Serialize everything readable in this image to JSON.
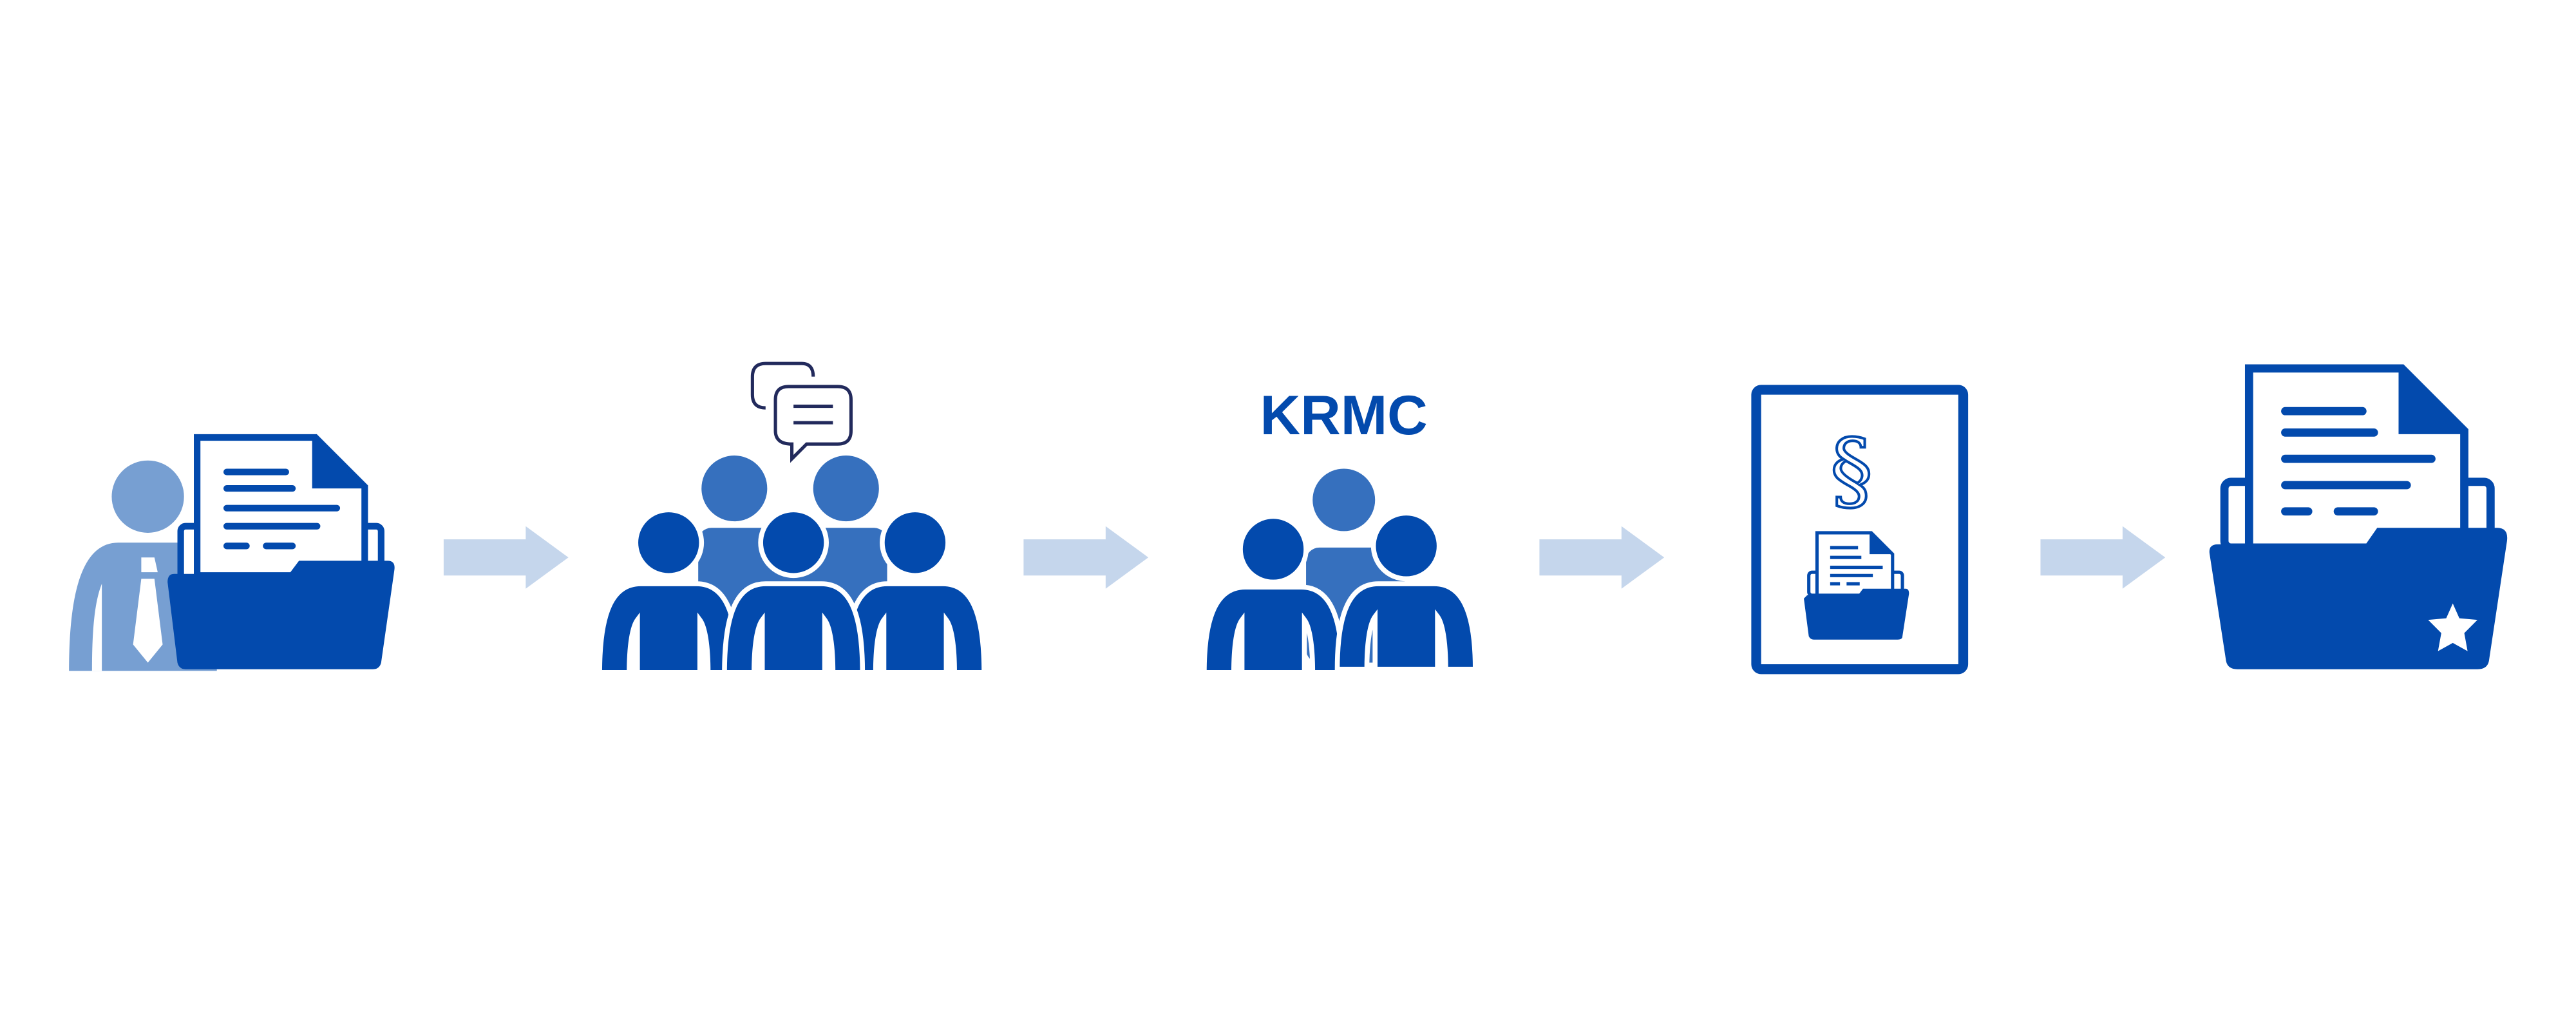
{
  "colors": {
    "primary": "#034AAD",
    "secondary": "#3670BE",
    "tertiary": "#779FD2",
    "arrow": "#C5D6EC",
    "speech": "#222A5C"
  },
  "steps": [
    {
      "id": "submission",
      "icon": "person-with-document-folder-icon"
    },
    {
      "id": "discussion",
      "icon": "group-discussion-icon"
    },
    {
      "id": "committee",
      "icon": "committee-group-icon",
      "label": "KRMC"
    },
    {
      "id": "regulation",
      "icon": "legal-document-icon",
      "symbol": "§"
    },
    {
      "id": "approval",
      "icon": "starred-folder-icon"
    }
  ]
}
